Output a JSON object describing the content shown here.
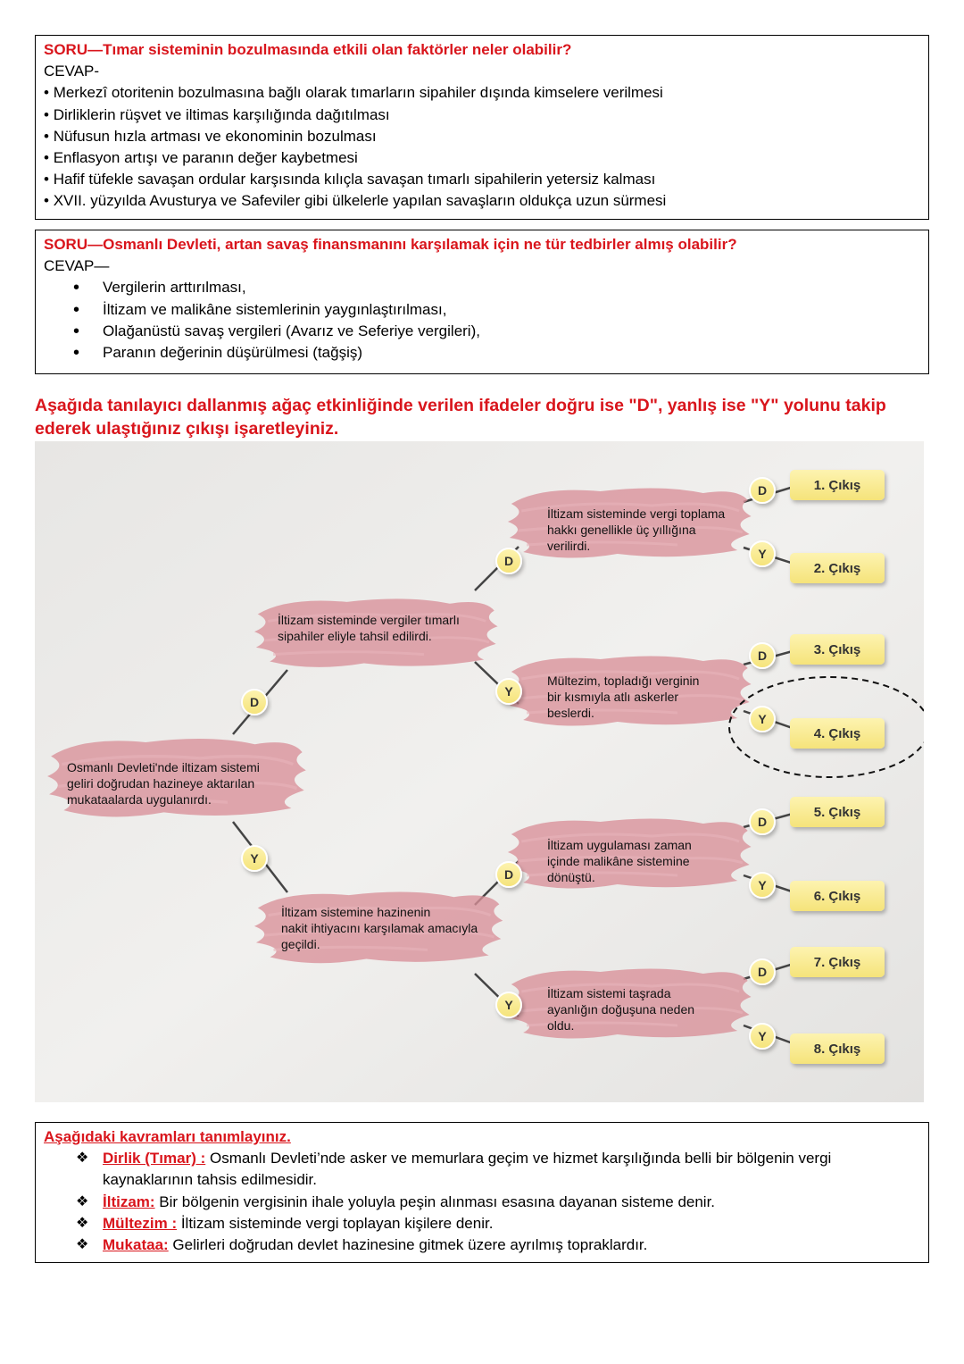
{
  "q1": {
    "question": "SORU—Tımar sisteminin bozulmasında etkili olan faktörler neler olabilir?",
    "answer_label": "CEVAP-",
    "bullet": "•",
    "items": [
      "Merkezî otoritenin bozulmasına bağlı olarak tımarların sipahiler dışında kimselere verilmesi",
      "Dirliklerin rüşvet ve iltimas karşılığında dağıtılması",
      "Nüfusun hızla artması ve ekonominin bozulması",
      "Enflasyon artışı ve paranın değer kaybetmesi",
      "Hafif tüfekle savaşan ordular karşısında kılıçla savaşan tımarlı sipahilerin yetersiz kalması",
      "XVII. yüzyılda Avusturya ve Safeviler gibi ülkelerle yapılan savaşların oldukça uzun sürmesi"
    ]
  },
  "q2": {
    "question": "SORU—Osmanlı Devleti, artan savaş finansmanını karşılamak için ne tür tedbirler almış olabilir?",
    "answer_label": "CEVAP—",
    "items": [
      "Vergilerin arttırılması,",
      "İltizam ve malikâne sistemlerinin yaygınlaştırılması,",
      "Olağanüstü savaş vergileri (Avarız ve Seferiye vergileri),",
      "Paranın değerinin düşürülmesi (tağşiş)"
    ]
  },
  "instruction": "Aşağıda tanılayıcı dallanmış ağaç etkinliğinde verilen ifadeler doğru ise \"D\", yanlış ise \"Y\" yolunu takip ederek ulaştığınız çıkışı işaretleyiniz.",
  "tree": {
    "true_label": "D",
    "false_label": "Y",
    "root": [
      "Osmanlı Devleti'nde iltizam sistemi",
      "geliri doğrudan hazineye aktarılan",
      "mukataalarda uygulanırdı."
    ],
    "level2_d": [
      "İltizam sisteminde vergiler tımarlı",
      "sipahiler eliyle tahsil edilirdi."
    ],
    "level2_y": [
      "İltizam sistemine hazinenin",
      "nakit ihtiyacını karşılamak amacıyla",
      "geçildi."
    ],
    "level3_dd": [
      "İltizam sisteminde vergi toplama",
      "hakkı genellikle üç yıllığına",
      "verilirdi."
    ],
    "level3_dy": [
      "Mültezim, topladığı verginin",
      "bir kısmıyla atlı askerler",
      "beslerdi."
    ],
    "level3_yd": [
      "İltizam uygulaması zaman",
      "içinde malikâne sistemine",
      "dönüştü."
    ],
    "level3_yy": [
      "İltizam sistemi taşrada",
      "ayanlığın doğuşuna neden",
      "oldu."
    ],
    "exits": [
      "1. Çıkış",
      "2. Çıkış",
      "3. Çıkış",
      "4. Çıkış",
      "5. Çıkış",
      "6. Çıkış",
      "7. Çıkış",
      "8. Çıkış"
    ],
    "marked_exit": 4
  },
  "defs": {
    "title": "Aşağıdaki kavramları tanımlayınız.",
    "marker": "❖",
    "items": [
      {
        "term": "Dirlik (Tımar) :",
        "text": " Osmanlı Devleti’nde asker ve memurlara geçim ve hizmet karşılığında belli bir bölgenin vergi kaynaklarının tahsis edilmesidir."
      },
      {
        "term": "İltizam:",
        "text": " Bir bölgenin vergisinin ihale yoluyla peşin alınması esasına dayanan sisteme denir."
      },
      {
        "term": "Mültezim :",
        "text": " İltizam sisteminde vergi toplayan kişilere denir."
      },
      {
        "term": "Mukataa:",
        "text": " Gelirleri doğrudan devlet hazinesine gitmek üzere ayrılmış topraklardır."
      }
    ]
  }
}
